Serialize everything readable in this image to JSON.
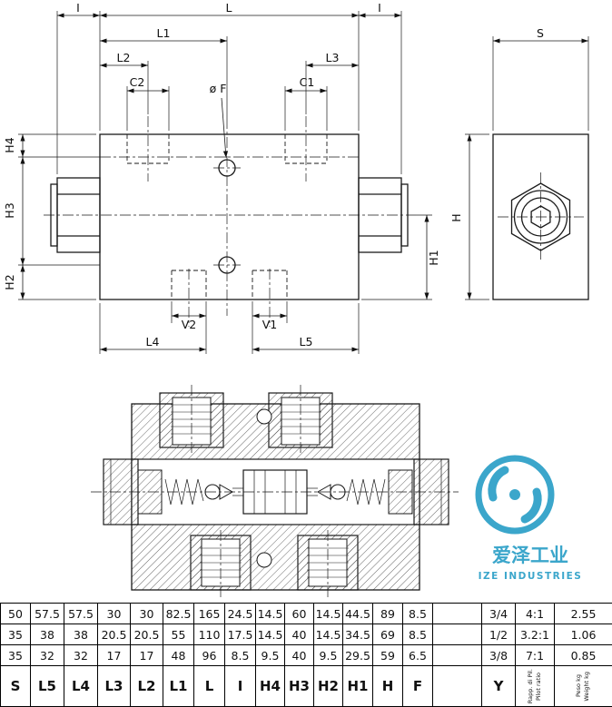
{
  "dims": {
    "I": "I",
    "L": "L",
    "L1": "L1",
    "L2": "L2",
    "L3": "L3",
    "C2": "C2",
    "C1": "C1",
    "F": "ø F",
    "H4": "H4",
    "H3": "H3",
    "H2": "H2",
    "H1": "H1",
    "V2": "V2",
    "V1": "V1",
    "L4": "L4",
    "L5": "L5",
    "S": "S",
    "H": "H"
  },
  "watermark": {
    "cn": "爱泽工业",
    "en": "IZE INDUSTRIES",
    "color": "#2b9fc7"
  },
  "table": {
    "headers": [
      "S",
      "L5",
      "L4",
      "L3",
      "L2",
      "L1",
      "L",
      "I",
      "H4",
      "H3",
      "H2",
      "H1",
      "H",
      "F",
      "",
      "Y"
    ],
    "pilot_header": [
      "Rapp. di Pil.",
      "Pilot ratio"
    ],
    "weight_header": [
      "Peso kg",
      "Weight kg"
    ],
    "rows": [
      [
        "50",
        "57.5",
        "57.5",
        "30",
        "30",
        "82.5",
        "165",
        "24.5",
        "14.5",
        "60",
        "14.5",
        "44.5",
        "89",
        "8.5",
        "",
        "3/4",
        "4:1",
        "2.55"
      ],
      [
        "35",
        "38",
        "38",
        "20.5",
        "20.5",
        "55",
        "110",
        "17.5",
        "14.5",
        "40",
        "14.5",
        "34.5",
        "69",
        "8.5",
        "",
        "1/2",
        "3.2:1",
        "1.06"
      ],
      [
        "35",
        "32",
        "32",
        "17",
        "17",
        "48",
        "96",
        "8.5",
        "9.5",
        "40",
        "9.5",
        "29.5",
        "59",
        "6.5",
        "",
        "3/8",
        "7:1",
        "0.85"
      ]
    ]
  }
}
